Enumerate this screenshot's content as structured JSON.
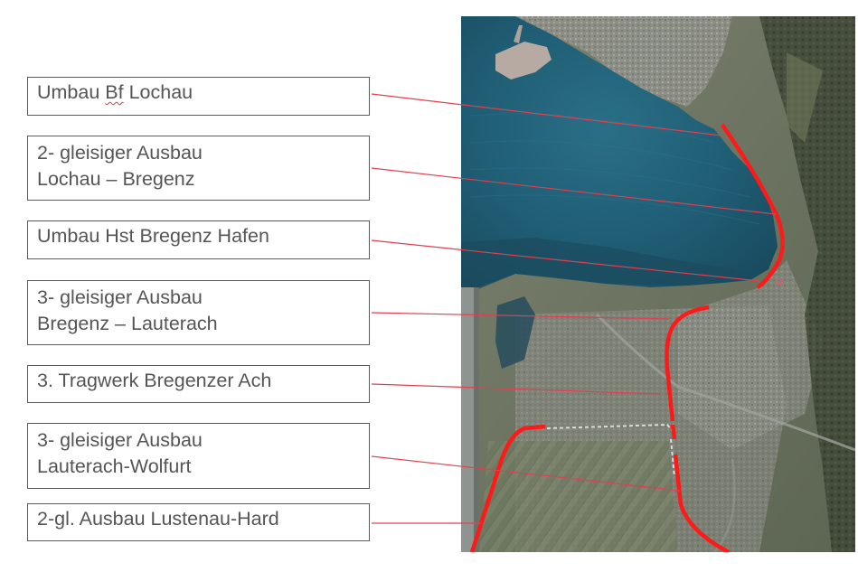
{
  "labels": [
    {
      "id": "lochau-station",
      "lines": [
        "Umbau ",
        "Bf",
        " Lochau"
      ],
      "spellcheck_word": "Bf"
    },
    {
      "id": "lochau-bregenz",
      "lines": [
        "2- gleisiger Ausbau",
        "Lochau – Bregenz"
      ]
    },
    {
      "id": "bregenz-hafen",
      "lines": [
        "Umbau Hst Bregenz Hafen"
      ]
    },
    {
      "id": "bregenz-lauterach",
      "lines": [
        "3- gleisiger Ausbau",
        "Bregenz – Lauterach"
      ]
    },
    {
      "id": "bregenzer-ach",
      "lines": [
        "3. Tragwerk Bregenzer Ach"
      ]
    },
    {
      "id": "lauterach-wolfurt",
      "lines": [
        "3- gleisiger Ausbau",
        "Lauterach-Wolfurt"
      ]
    },
    {
      "id": "lustenau-hard",
      "lines": [
        "2-gl. Ausbau Lustenau-Hard"
      ]
    }
  ],
  "map": {
    "type": "aerial-photo",
    "region": "Bodensee / Bregenz – Lauterach – Wolfurt – Hard",
    "colors": {
      "lake": "#1f5d74",
      "lake_deep": "#1b4f66",
      "land": "#6d7563",
      "urban": "#9a9a94",
      "forest": "#3d4535",
      "track_highlight": "#ff1a1a",
      "leader_line": "#e04050"
    }
  }
}
